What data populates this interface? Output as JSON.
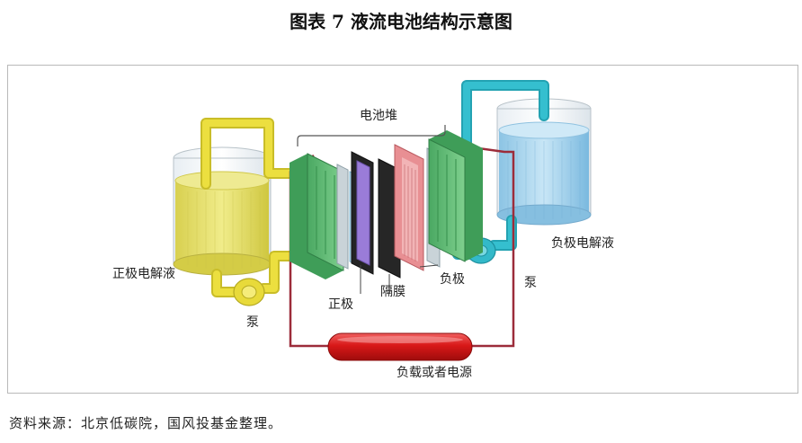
{
  "figure": {
    "title": "图表 7  液流电池结构示意图",
    "source": "资料来源：北京低碳院，国风投基金整理。"
  },
  "diagram": {
    "labels": {
      "stack": "电池堆",
      "positive_electrolyte": "正极电解液",
      "negative_electrolyte": "负极电解液",
      "pump_left": "泵",
      "pump_right": "泵",
      "positive_electrode": "正极",
      "membrane": "隔膜",
      "negative_electrode": "负极",
      "load": "负载或者电源"
    },
    "colors": {
      "positive_electrolyte": "#e3e06a",
      "negative_electrolyte": "#8ec9e8",
      "yellow_pipe": "#ecdf3f",
      "cyan_pipe": "#35bfcf",
      "end_plate": "#5bbf72",
      "positive_electrode": "#9a7cd8",
      "membrane": "#262626",
      "negative_electrode": "#e88f93",
      "wire": "#9c2c3a",
      "load": "#d92020"
    }
  }
}
